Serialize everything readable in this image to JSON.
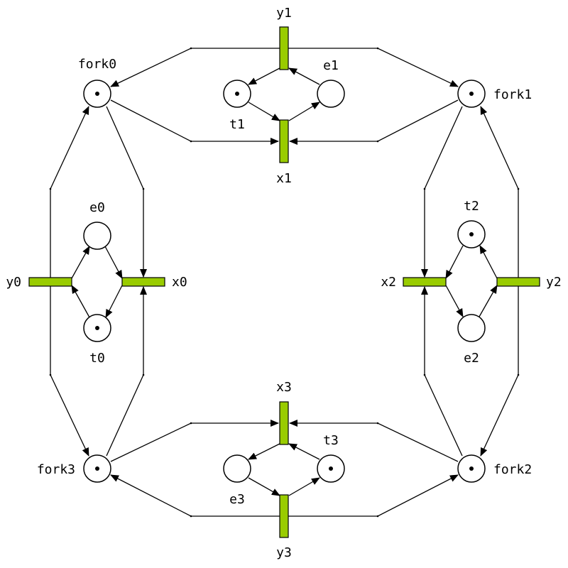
{
  "colors": {
    "transition_fill": "#99cc00",
    "stroke": "#000000",
    "place_fill": "#ffffff"
  },
  "places": [
    {
      "id": "fork0",
      "label": "fork0",
      "tokens": 1
    },
    {
      "id": "fork1",
      "label": "fork1",
      "tokens": 1
    },
    {
      "id": "fork2",
      "label": "fork2",
      "tokens": 1
    },
    {
      "id": "fork3",
      "label": "fork3",
      "tokens": 1
    },
    {
      "id": "t0",
      "label": "t0",
      "tokens": 1
    },
    {
      "id": "e0",
      "label": "e0",
      "tokens": 0
    },
    {
      "id": "t1",
      "label": "t1",
      "tokens": 1
    },
    {
      "id": "e1",
      "label": "e1",
      "tokens": 0
    },
    {
      "id": "t2",
      "label": "t2",
      "tokens": 1
    },
    {
      "id": "e2",
      "label": "e2",
      "tokens": 0
    },
    {
      "id": "t3",
      "label": "t3",
      "tokens": 1
    },
    {
      "id": "e3",
      "label": "e3",
      "tokens": 0
    }
  ],
  "transitions": [
    {
      "id": "x0",
      "label": "x0"
    },
    {
      "id": "y0",
      "label": "y0"
    },
    {
      "id": "x1",
      "label": "x1"
    },
    {
      "id": "y1",
      "label": "y1"
    },
    {
      "id": "x2",
      "label": "x2"
    },
    {
      "id": "y2",
      "label": "y2"
    },
    {
      "id": "x3",
      "label": "x3"
    },
    {
      "id": "y3",
      "label": "y3"
    }
  ],
  "arcs": [
    {
      "from": "e0",
      "to": "x0"
    },
    {
      "from": "x0",
      "to": "t0"
    },
    {
      "from": "t0",
      "to": "y0"
    },
    {
      "from": "y0",
      "to": "e0"
    },
    {
      "from": "fork0",
      "to": "x0"
    },
    {
      "from": "fork3",
      "to": "x0"
    },
    {
      "from": "y0",
      "to": "fork0"
    },
    {
      "from": "y0",
      "to": "fork3"
    },
    {
      "from": "t1",
      "to": "x1"
    },
    {
      "from": "x1",
      "to": "e1"
    },
    {
      "from": "e1",
      "to": "y1"
    },
    {
      "from": "y1",
      "to": "t1"
    },
    {
      "from": "fork0",
      "to": "x1"
    },
    {
      "from": "fork1",
      "to": "x1"
    },
    {
      "from": "y1",
      "to": "fork0"
    },
    {
      "from": "y1",
      "to": "fork1"
    },
    {
      "from": "e2",
      "to": "y2"
    },
    {
      "from": "y2",
      "to": "t2"
    },
    {
      "from": "t2",
      "to": "x2"
    },
    {
      "from": "x2",
      "to": "e2"
    },
    {
      "from": "fork1",
      "to": "x2"
    },
    {
      "from": "fork2",
      "to": "x2"
    },
    {
      "from": "y2",
      "to": "fork1"
    },
    {
      "from": "y2",
      "to": "fork2"
    },
    {
      "from": "e3",
      "to": "y3"
    },
    {
      "from": "y3",
      "to": "t3"
    },
    {
      "from": "t3",
      "to": "x3"
    },
    {
      "from": "x3",
      "to": "e3"
    },
    {
      "from": "fork3",
      "to": "x3"
    },
    {
      "from": "fork2",
      "to": "x3"
    },
    {
      "from": "y3",
      "to": "fork3"
    },
    {
      "from": "y3",
      "to": "fork2"
    }
  ]
}
